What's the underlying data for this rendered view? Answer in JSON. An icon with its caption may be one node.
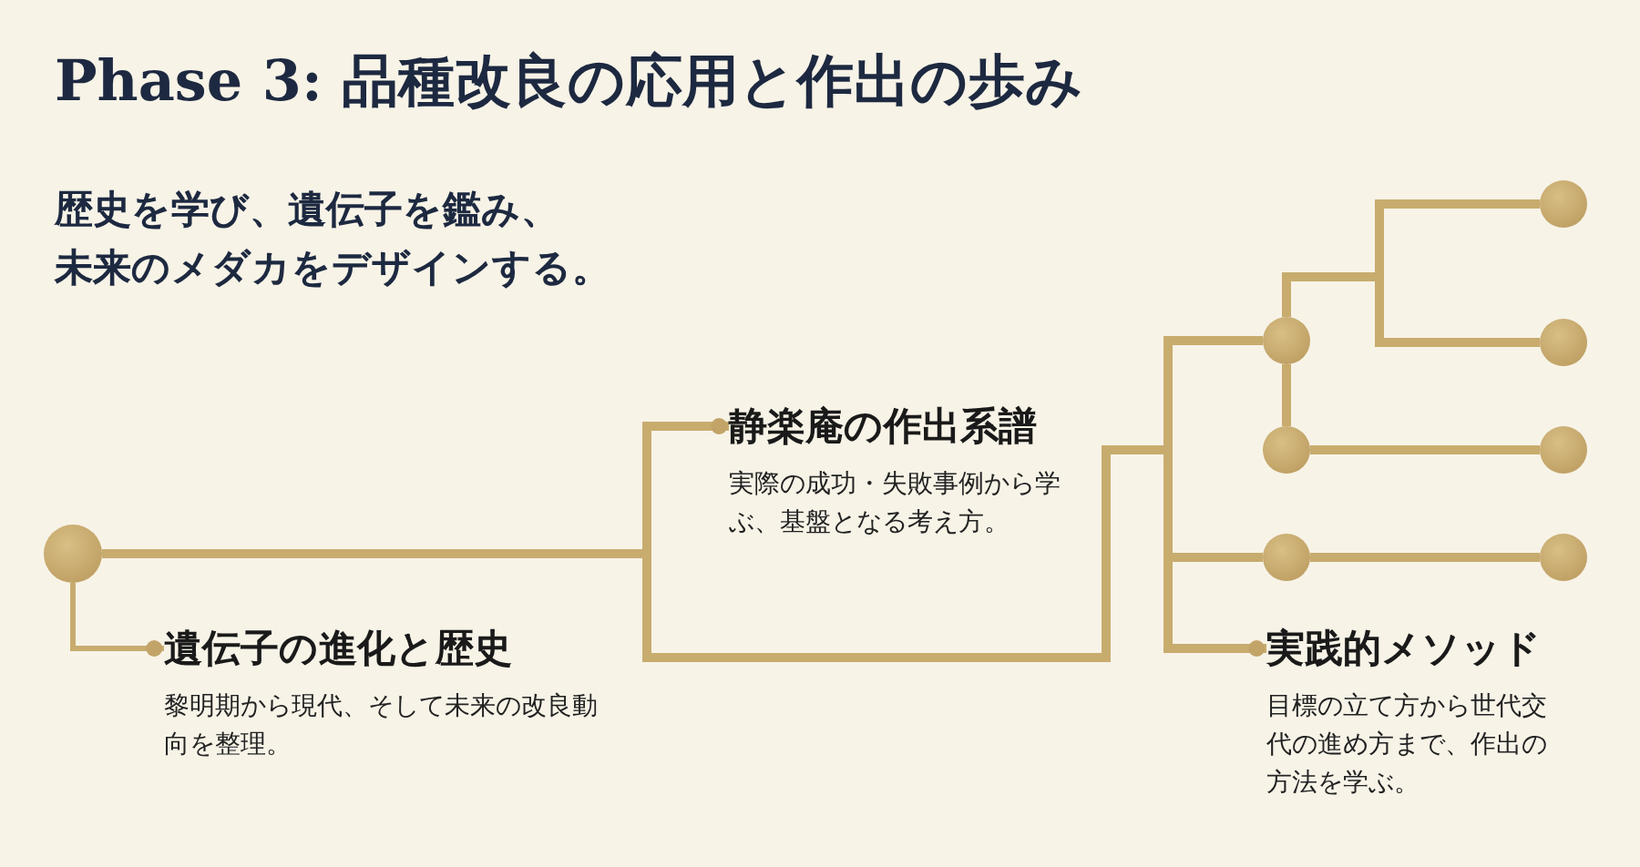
{
  "diagram": {
    "title": "Phase 3: 品種改良の応用と作出の歩み",
    "nodes": [
      {
        "text": [],
        "shape": "circle"
      },
      {
        "text": [
          "遺伝子の進化と歴史",
          "黎明期から現代、そして未来の改良動向を整理。"
        ]
      },
      {
        "text": [
          "静楽庵の作出系譜",
          "実際の成功・失敗事例から学ぶ、基盤となる考え方。"
        ]
      },
      {
        "text": [
          "実践的メソッド",
          "目標の立て方から世代交代の進め方まで、作出の方法を学ぶ。"
        ]
      },
      {
        "text": [],
        "shape": "circle"
      },
      {
        "text": [],
        "shape": "circle"
      },
      {
        "text": [],
        "shape": "circle"
      },
      {
        "text": [],
        "shape": "circle"
      },
      {
        "text": [],
        "shape": "circle"
      },
      {
        "text": [],
        "shape": "circle"
      },
      {
        "text": [],
        "shape": "circle"
      }
    ],
    "edges": [
      {
        "from": 0,
        "to": 1,
        "arrow": "other"
      },
      {
        "from": 0,
        "to": 2,
        "arrow": "other"
      },
      {
        "from": 0,
        "to": 4,
        "arrow": "none"
      },
      {
        "from": 0,
        "to": 6,
        "arrow": "none"
      },
      {
        "from": 0,
        "to": 3,
        "arrow": "other"
      },
      {
        "from": 4,
        "to": 7,
        "arrow": "none"
      },
      {
        "from": 4,
        "to": 8,
        "arrow": "none"
      },
      {
        "from": 4,
        "to": 5,
        "arrow": "none"
      },
      {
        "from": 5,
        "to": 9,
        "arrow": "none"
      },
      {
        "from": 6,
        "to": 10,
        "arrow": "none"
      }
    ],
    "labels": [
      "歴史を学び、遺伝子を鑑み、",
      "未来のメダカをデザインする。"
    ]
  }
}
